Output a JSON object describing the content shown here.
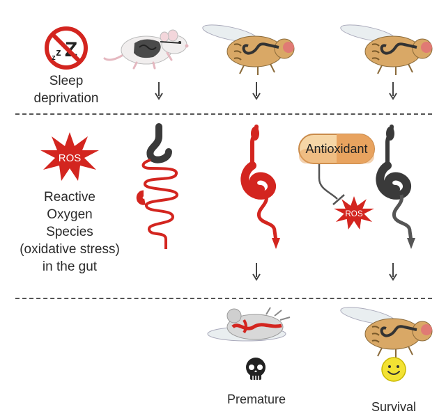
{
  "row1": {
    "label_line1": "Sleep",
    "label_line2": "deprivation"
  },
  "row2": {
    "ros_badge": "ROS",
    "label_lines": [
      "Reactive",
      "Oxygen",
      "Species",
      "(oxidative stress)",
      "in the gut"
    ],
    "antioxidant_label": "Antioxidant",
    "ros_small": "ROS"
  },
  "row3": {
    "premature_label": "Premature",
    "survival_label": "Survival"
  },
  "colors": {
    "ros_red": "#d3251f",
    "gut_dark": "#3a3a3a",
    "pill_orange": "#e8a35f",
    "fly_tan": "#d9a866",
    "smiley_yellow": "#f3e233"
  },
  "icons": [
    "no-sleep-icon",
    "mouse-icon",
    "fly-icon",
    "gut-icon",
    "ros-burst-icon",
    "antioxidant-pill-icon",
    "skull-icon",
    "smiley-icon",
    "arrow-down-icon"
  ]
}
